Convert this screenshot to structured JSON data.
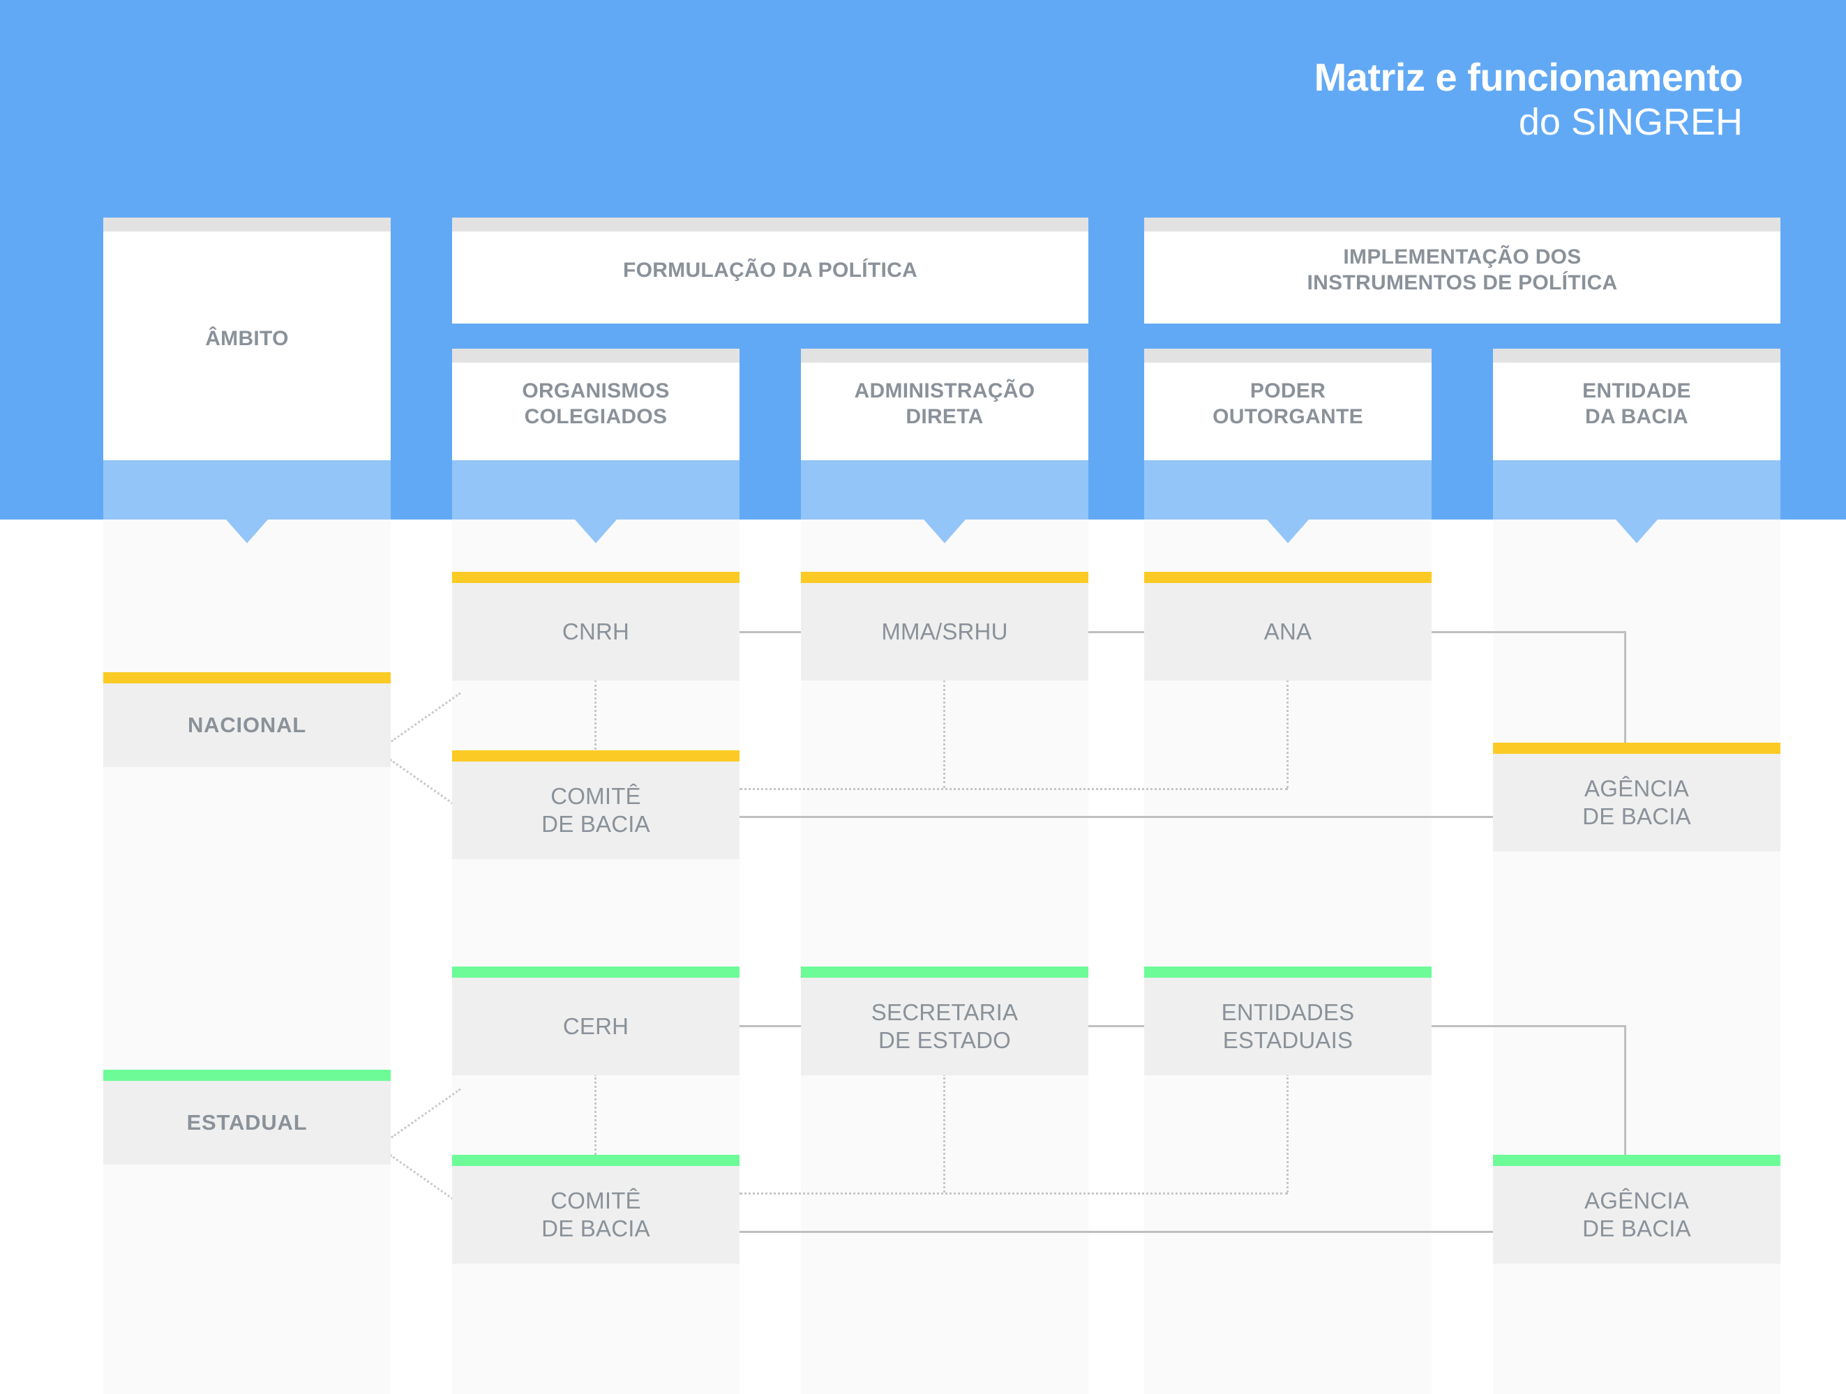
{
  "header": {
    "title_main": "Matriz e funcionamento",
    "title_sub": "do SINGREH"
  },
  "colors": {
    "brand_blue": "#62A9F5",
    "stem_blue": "#93C5F8",
    "nacional_accent": "#FBCA24",
    "estadual_accent": "#6CFB97",
    "node_bg": "#EFEFEF",
    "text_gray": "#8A9199"
  },
  "group_headers": [
    {
      "label": "FORMULAÇÃO DA POLÍTICA"
    },
    {
      "label": "IMPLEMENTAÇÃO DOS\nINSTRUMENTOS DE POLÍTICA"
    }
  ],
  "columns": [
    {
      "id": "ambito",
      "label": "ÂMBITO"
    },
    {
      "id": "organismos",
      "label": "ORGANISMOS\nCOLEGIADOS"
    },
    {
      "id": "admin",
      "label": "ADMINISTRAÇÃO\nDIRETA"
    },
    {
      "id": "outorgante",
      "label": "PODER\nOUTORGANTE"
    },
    {
      "id": "entidade",
      "label": "ENTIDADE\nDA BACIA"
    }
  ],
  "rows": [
    {
      "scope": "NACIONAL",
      "accent": "#FBCA24",
      "nodes": {
        "organismos_top": "CNRH",
        "organismos_bot": "COMITÊ\nDE BACIA",
        "admin": "MMA/SRHU",
        "outorgante": "ANA",
        "entidade": "AGÊNCIA\nDE BACIA"
      }
    },
    {
      "scope": "ESTADUAL",
      "accent": "#6CFB97",
      "nodes": {
        "organismos_top": "CERH",
        "organismos_bot": "COMITÊ\nDE BACIA",
        "admin": "SECRETARIA\nDE ESTADO",
        "outorgante": "ENTIDADES\nESTADUAIS",
        "entidade": "AGÊNCIA\nDE BACIA"
      }
    }
  ]
}
